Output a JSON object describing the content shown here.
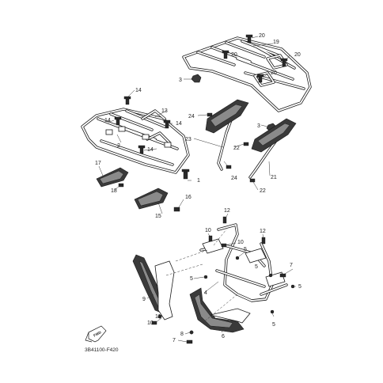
{
  "diagram_code": "3B41100-F420",
  "fwd_label": "FWD",
  "callouts": {
    "c20a": "20",
    "c20b": "20",
    "c20c": "20",
    "c20d": "20",
    "c19": "19",
    "c3a": "3",
    "c3b": "3",
    "c24a": "24",
    "c24b": "24",
    "c23": "23",
    "c22a": "22",
    "c22b": "22",
    "c21": "21",
    "c14a": "14",
    "c14b": "14",
    "c14c": "14",
    "c14d": "14",
    "c13": "13",
    "c2": "2",
    "c17": "17",
    "c1": "1",
    "c18": "18",
    "c16": "16",
    "c15": "15",
    "c12a": "12",
    "c12b": "12",
    "c10a": "10",
    "c10b": "10",
    "c10c": "10",
    "c5a": "5",
    "c5b": "5",
    "c5c": "5",
    "c5d": "5",
    "c5e": "5",
    "c7a": "7",
    "c7b": "7",
    "c4": "4",
    "c9": "9",
    "c11": "11",
    "c8": "8",
    "c6": "6"
  }
}
